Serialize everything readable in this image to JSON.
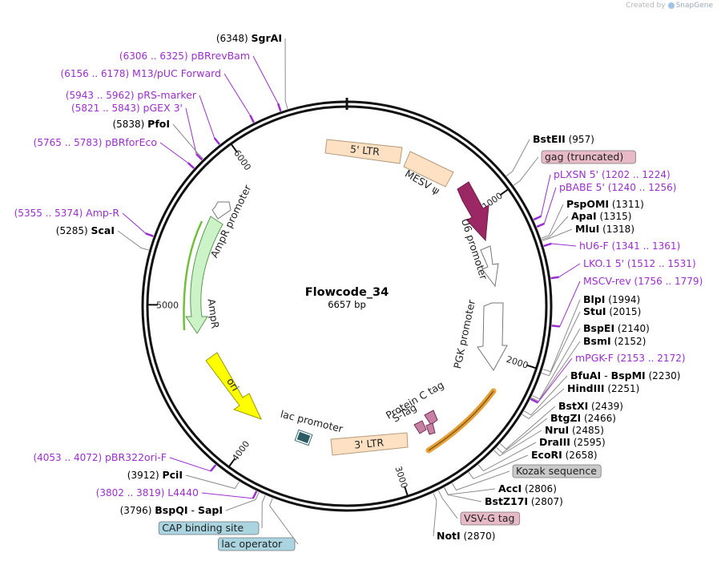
{
  "app": {
    "credit_prefix": "Created by",
    "credit_brand": "SnapGene"
  },
  "plasmid": {
    "name": "Flowcode_34",
    "length_label": "6657 bp",
    "total_bp": 6657
  },
  "colors": {
    "ring": "#111111",
    "site_text": "#000000",
    "primer": "#9a2fd0",
    "leader": "#8c8c8c",
    "ltr": "#fde1c2",
    "mesv": "#fde1c2",
    "u6_arrow": "#9b2765",
    "promoter": "#ffffff",
    "ampr": "#ccf2c8",
    "ori": "#ffff00",
    "orange_arc": "#e4a13c",
    "gag_box": "#e8b9c6",
    "kozak_box": "#c9c9c9",
    "vsvg_box": "#e8b9c6",
    "cap_box": "#a9d4e0",
    "lacop_box": "#a9d4e0",
    "protein_c": "#c87fa4",
    "stag": "#c87fa4"
  },
  "ticks": [
    {
      "label": "1000",
      "bp": 1000
    },
    {
      "label": "2000",
      "bp": 2000
    },
    {
      "label": "3000",
      "bp": 3000
    },
    {
      "label": "4000",
      "bp": 4000
    },
    {
      "label": "5000",
      "bp": 5000
    },
    {
      "label": "6000",
      "bp": 6000
    }
  ],
  "labels": {
    "right": [
      {
        "kind": "site",
        "name": "BstEII",
        "pos": "(957)"
      },
      {
        "kind": "box",
        "name": "gag (truncated)",
        "color_key": "gag_box"
      },
      {
        "kind": "primer",
        "name": "pLXSN 5'",
        "pos": "(1202 .. 1224)"
      },
      {
        "kind": "primer",
        "name": "pBABE 5'",
        "pos": "(1240 .. 1256)"
      },
      {
        "kind": "site",
        "name": "PspOMI",
        "pos": "(1311)"
      },
      {
        "kind": "site",
        "name": "ApaI",
        "pos": "(1315)"
      },
      {
        "kind": "site",
        "name": "MluI",
        "pos": "(1318)"
      },
      {
        "kind": "primer",
        "name": "hU6-F",
        "pos": "(1341 .. 1361)"
      },
      {
        "kind": "primer",
        "name": "LKO.1 5'",
        "pos": "(1512 .. 1531)"
      },
      {
        "kind": "primer",
        "name": "MSCV-rev",
        "pos": "(1756 .. 1779)"
      },
      {
        "kind": "site",
        "name": "BlpI",
        "pos": "(1994)"
      },
      {
        "kind": "site",
        "name": "StuI",
        "pos": "(2015)"
      },
      {
        "kind": "site",
        "name": "BspEI",
        "pos": "(2140)"
      },
      {
        "kind": "site",
        "name": "BsmI",
        "pos": "(2152)"
      },
      {
        "kind": "primer",
        "name": "mPGK-F",
        "pos": "(2153 .. 2172)"
      },
      {
        "kind": "site",
        "name": "BfuAI",
        "name2": "BspMI",
        "pos": "(2230)"
      },
      {
        "kind": "site",
        "name": "HindIII",
        "pos": "(2251)"
      },
      {
        "kind": "site",
        "name": "BstXI",
        "pos": "(2439)"
      },
      {
        "kind": "site",
        "name": "BtgZI",
        "pos": "(2466)"
      },
      {
        "kind": "site",
        "name": "NruI",
        "pos": "(2485)"
      },
      {
        "kind": "site",
        "name": "DraIII",
        "pos": "(2595)"
      },
      {
        "kind": "site",
        "name": "EcoRI",
        "pos": "(2658)"
      },
      {
        "kind": "box",
        "name": "Kozak sequence",
        "color_key": "kozak_box"
      },
      {
        "kind": "site",
        "name": "AccI",
        "pos": "(2806)"
      },
      {
        "kind": "site",
        "name": "BstZ17I",
        "pos": "(2807)"
      },
      {
        "kind": "box",
        "name": "VSV-G tag",
        "color_key": "vsvg_box"
      },
      {
        "kind": "site",
        "name": "NotI",
        "pos": "(2870)"
      }
    ],
    "left": [
      {
        "kind": "site",
        "name": "SgrAI",
        "pos": "(6348)"
      },
      {
        "kind": "primer",
        "name": "pBRrevBam",
        "pos": "(6306 .. 6325)"
      },
      {
        "kind": "primer",
        "name": "M13/pUC Forward",
        "pos": "(6156 .. 6178)"
      },
      {
        "kind": "primer",
        "name": "pRS-marker",
        "pos": "(5943 .. 5962)"
      },
      {
        "kind": "primer",
        "name": "pGEX 3'",
        "pos": "(5821 .. 5843)"
      },
      {
        "kind": "site",
        "name": "PfoI",
        "pos": "(5838)"
      },
      {
        "kind": "primer",
        "name": "pBRforEco",
        "pos": "(5765 .. 5783)"
      },
      {
        "kind": "primer",
        "name": "Amp-R",
        "pos": "(5355 .. 5374)"
      },
      {
        "kind": "site",
        "name": "ScaI",
        "pos": "(5285)"
      },
      {
        "kind": "primer",
        "name": "pBR322ori-F",
        "pos": "(4053 .. 4072)"
      },
      {
        "kind": "site",
        "name": "PciI",
        "pos": "(3912)"
      },
      {
        "kind": "primer",
        "name": "L4440",
        "pos": "(3802 .. 3819)"
      },
      {
        "kind": "site",
        "name": "BspQI",
        "name2": "SapI",
        "pos": "(3796)"
      },
      {
        "kind": "box",
        "name": "CAP binding site",
        "color_key": "cap_box"
      },
      {
        "kind": "box",
        "name": "lac operator",
        "color_key": "lacop_box"
      }
    ]
  },
  "features": [
    {
      "name": "5' LTR",
      "color_key": "ltr"
    },
    {
      "name": "MESV ψ",
      "color_key": "mesv"
    },
    {
      "name": "U6 promoter",
      "color_key": "u6_arrow"
    },
    {
      "name": "PGK promoter",
      "color_key": "promoter"
    },
    {
      "name": "Protein C tag",
      "color_key": "protein_c"
    },
    {
      "name": "S-Tag",
      "color_key": "stag"
    },
    {
      "name": "3' LTR",
      "color_key": "ltr"
    },
    {
      "name": "lac promoter",
      "color_key": "promoter"
    },
    {
      "name": "ori",
      "color_key": "ori"
    },
    {
      "name": "AmpR",
      "color_key": "ampr"
    },
    {
      "name": "AmpR promoter",
      "color_key": "promoter"
    },
    {
      "name": "",
      "color_key": "orange_arc"
    }
  ]
}
